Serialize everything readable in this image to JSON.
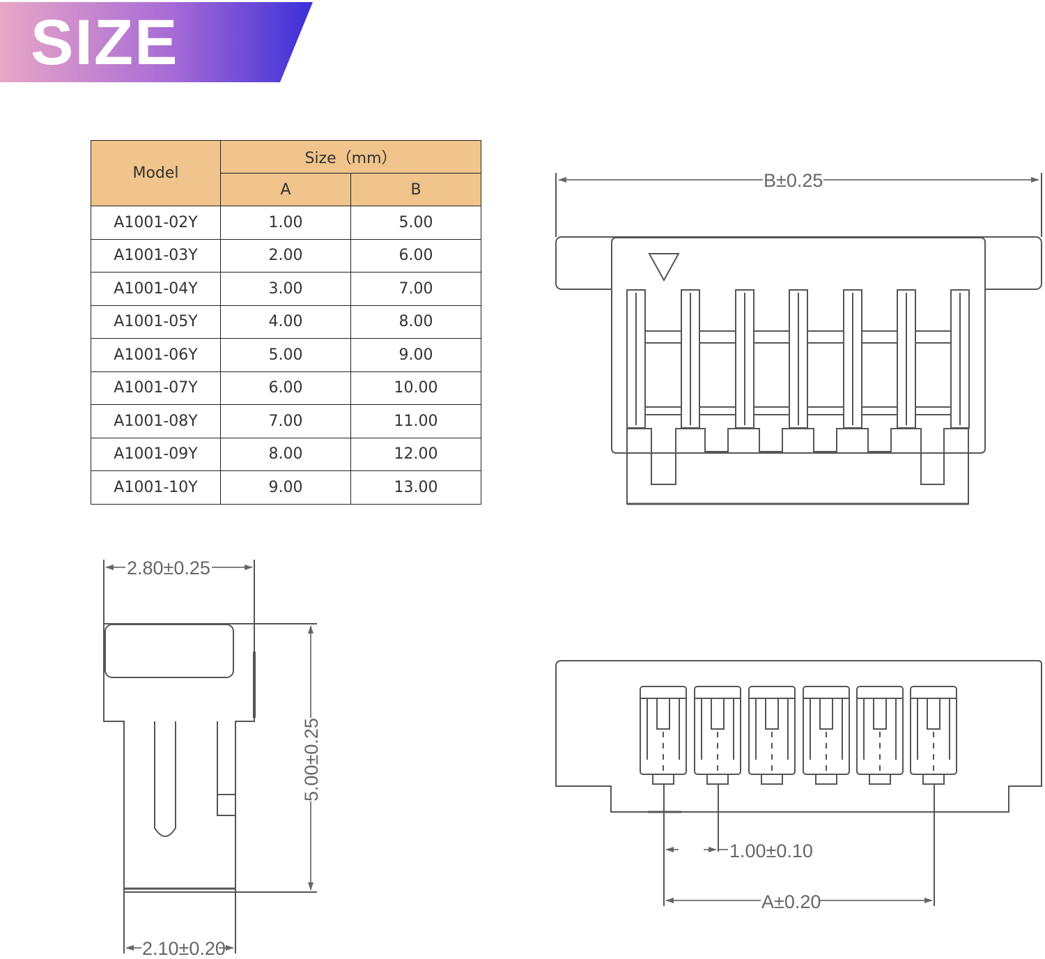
{
  "banner": {
    "title": "SIZE"
  },
  "table": {
    "model_header": "Model",
    "size_header": "Size（mm）",
    "col_a": "A",
    "col_b": "B",
    "rows": [
      {
        "model": "A1001-02Y",
        "a": "1.00",
        "b": "5.00"
      },
      {
        "model": "A1001-03Y",
        "a": "2.00",
        "b": "6.00"
      },
      {
        "model": "A1001-04Y",
        "a": "3.00",
        "b": "7.00"
      },
      {
        "model": "A1001-05Y",
        "a": "4.00",
        "b": "8.00"
      },
      {
        "model": "A1001-06Y",
        "a": "5.00",
        "b": "9.00"
      },
      {
        "model": "A1001-07Y",
        "a": "6.00",
        "b": "10.00"
      },
      {
        "model": "A1001-08Y",
        "a": "7.00",
        "b": "11.00"
      },
      {
        "model": "A1001-09Y",
        "a": "8.00",
        "b": "12.00"
      },
      {
        "model": "A1001-10Y",
        "a": "9.00",
        "b": "13.00"
      }
    ]
  },
  "dimensions": {
    "front_width": "B±0.25",
    "side_top_width": "2.80±0.25",
    "side_height": "5.00±0.25",
    "side_bottom_width": "2.10±0.20",
    "pitch": "1.00±0.10",
    "span": "A±0.20"
  },
  "colors": {
    "banner_start": "#e9a6c6",
    "banner_mid": "#a66bd6",
    "banner_end": "#3b2fd8",
    "table_header": "#f0c48a"
  }
}
